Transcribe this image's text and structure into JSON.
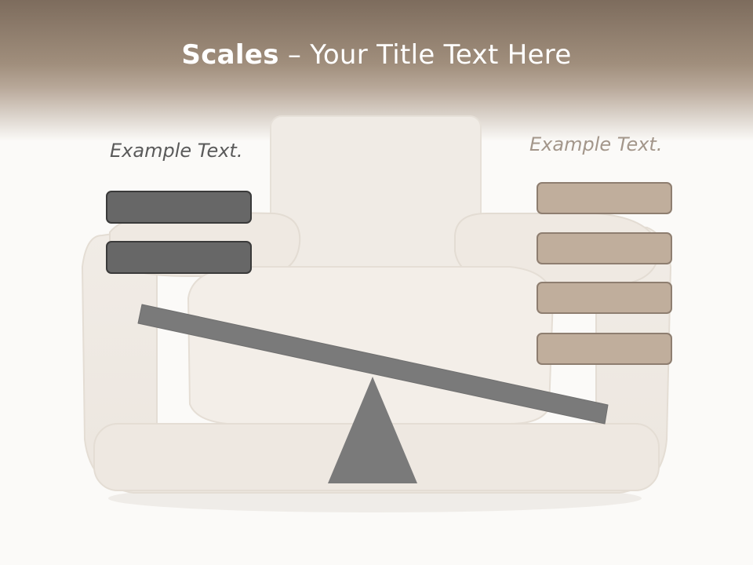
{
  "slide": {
    "title_strong": "Scales",
    "title_rest": " – Your Title Text Here",
    "left_caption": "Example Text.",
    "right_caption": "Example Text."
  },
  "left_blocks": 2,
  "right_blocks": 4,
  "colors": {
    "header": "#8c7a6a",
    "dark_block": "#676767",
    "tan_block": "#c0ae9c",
    "beam": "#7a7a7a",
    "background": "#fbfaf8"
  }
}
